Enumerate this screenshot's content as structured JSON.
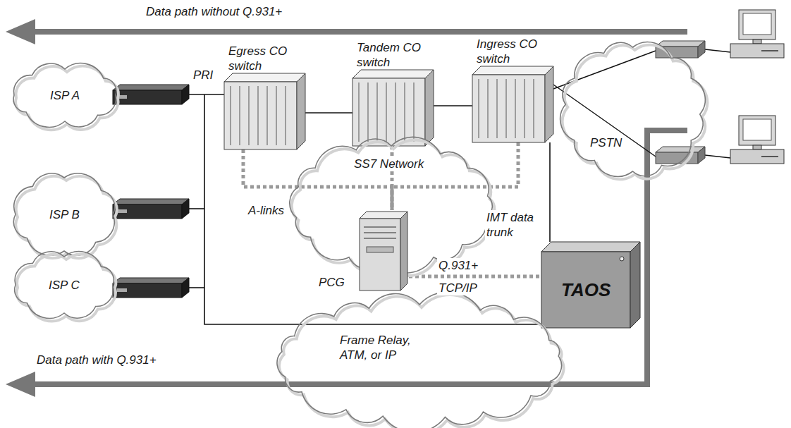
{
  "diagram": {
    "nodes": [
      {
        "text": [
          "ISP A"
        ]
      },
      {
        "text": [
          "ISP B"
        ]
      },
      {
        "text": [
          "ISP C"
        ]
      },
      {
        "text": [
          "Egress CO switch"
        ]
      },
      {
        "text": [
          "Tandem CO switch"
        ]
      },
      {
        "text": [
          "Ingress CO switch"
        ]
      },
      {
        "text": [
          "PSTN"
        ]
      },
      {
        "text": [
          "SS7 Network"
        ]
      },
      {
        "text": [
          "PCG"
        ]
      },
      {
        "text": [
          "TAOS"
        ]
      },
      {
        "text": [
          "Frame Relay, ATM, or IP"
        ]
      }
    ],
    "edges": [
      {
        "from": 3,
        "to": 4,
        "arrow": "none"
      },
      {
        "from": 4,
        "to": 5,
        "arrow": "none"
      },
      {
        "from": 5,
        "to": 9,
        "arrow": "none"
      },
      {
        "from": 3,
        "to": 8,
        "arrow": "none"
      },
      {
        "from": 4,
        "to": 8,
        "arrow": "none"
      },
      {
        "from": 5,
        "to": 8,
        "arrow": "none"
      },
      {
        "from": 8,
        "to": 9,
        "arrow": "none"
      }
    ],
    "labels": [
      "Data path without Q.931+",
      "PRI",
      "A-links",
      "IMT data trunk",
      "Q.931+",
      "TCP/IP",
      "Data path with Q.931+"
    ]
  }
}
